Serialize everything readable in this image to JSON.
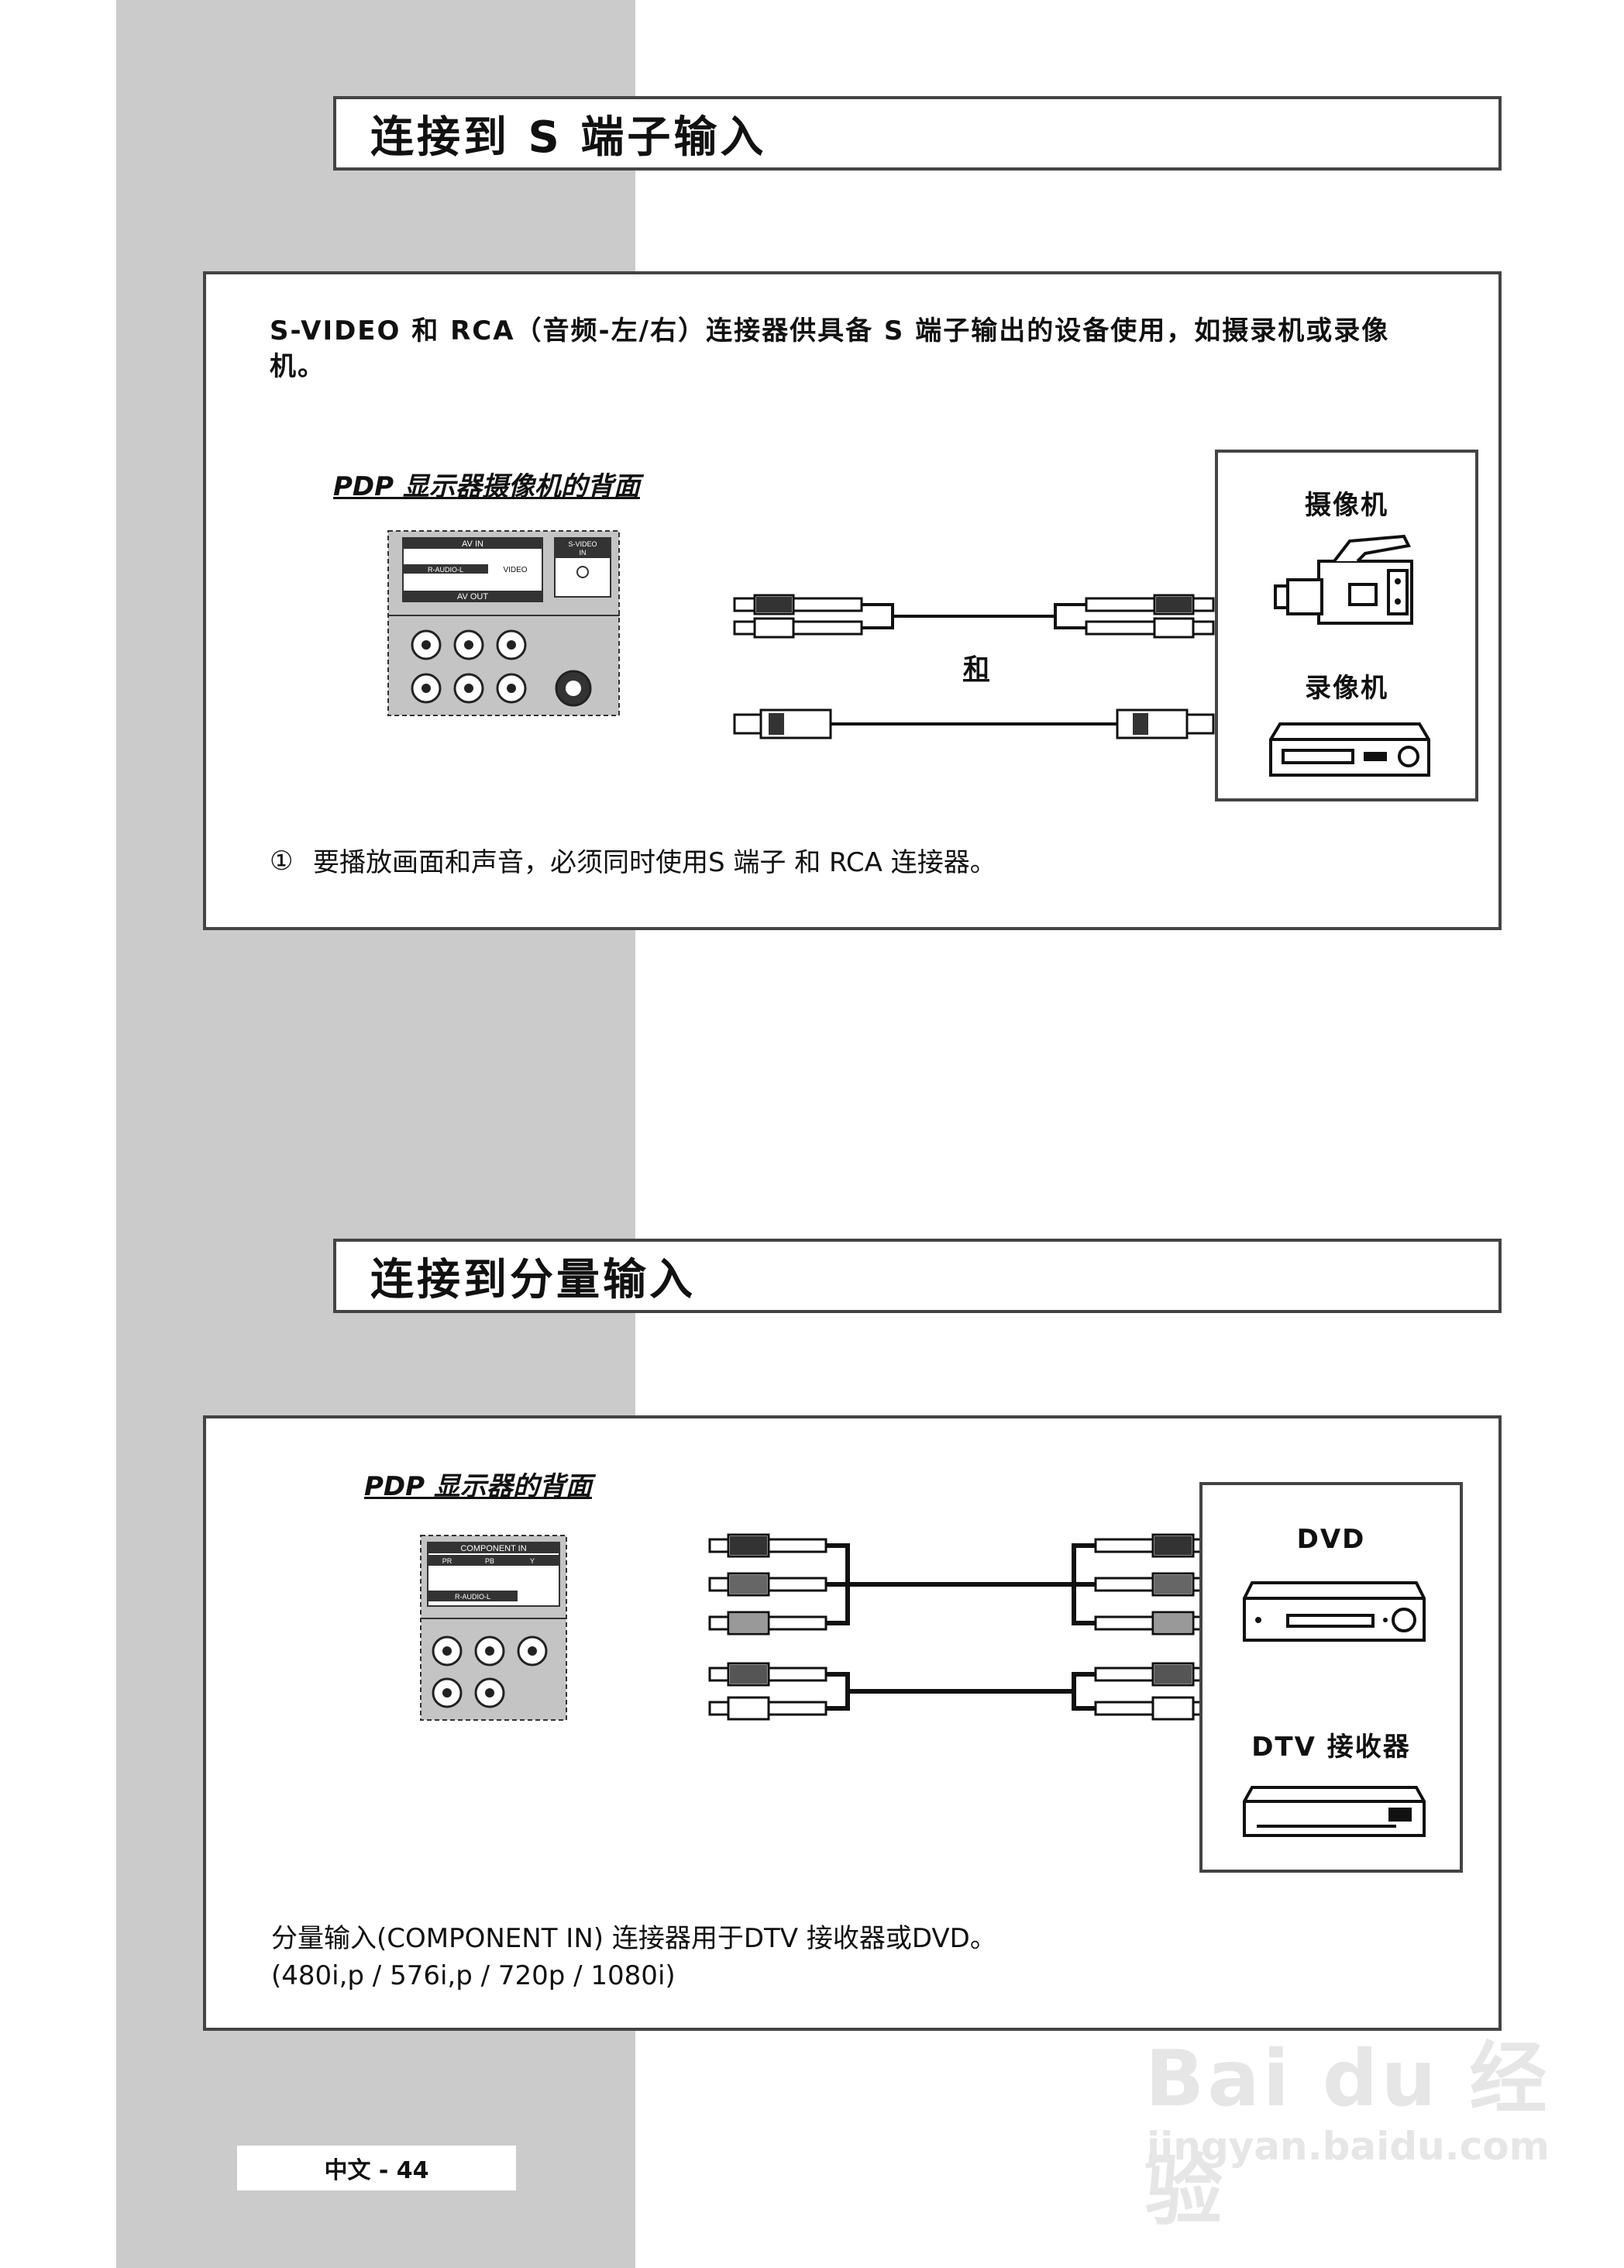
{
  "section1": {
    "title": "连接到 S 端子输入",
    "description_line1": "S-VIDEO 和 RCA（音频-左/右）连接器供具备 S 端子输出的设备使用，如摄录机或录像",
    "description_line2": "机。",
    "rear_label": "PDP 显示器摄像机的背面",
    "panel_labels": {
      "av_in": "AV IN",
      "audio": "R-AUDIO-L",
      "video": "VIDEO",
      "av_out": "AV OUT",
      "svideo": "S-VIDEO",
      "in": "IN"
    },
    "cable_marker": "①",
    "cable_and": "和",
    "device1": "摄像机",
    "device2": "录像机",
    "note_marker": "①",
    "note": "要播放画面和声音，必须同时使用S 端子 和 RCA 连接器。"
  },
  "section2": {
    "title": "连接到分量输入",
    "rear_label": "PDP 显示器的背面",
    "panel_labels": {
      "component_in": "COMPONENT IN",
      "pr": "PR",
      "pb": "PB",
      "y": "Y",
      "audio": "R-AUDIO-L"
    },
    "device1": "DVD",
    "device2": "DTV 接收器",
    "note_line1": "分量输入(COMPONENT IN) 连接器用于DTV 接收器或DVD。",
    "note_line2": "(480i,p / 576i,p / 720p / 1080i)"
  },
  "footer": {
    "page": "中文 - 44"
  },
  "watermark": {
    "brand": "Bai du 经验",
    "url": "jingyan.baidu.com"
  }
}
